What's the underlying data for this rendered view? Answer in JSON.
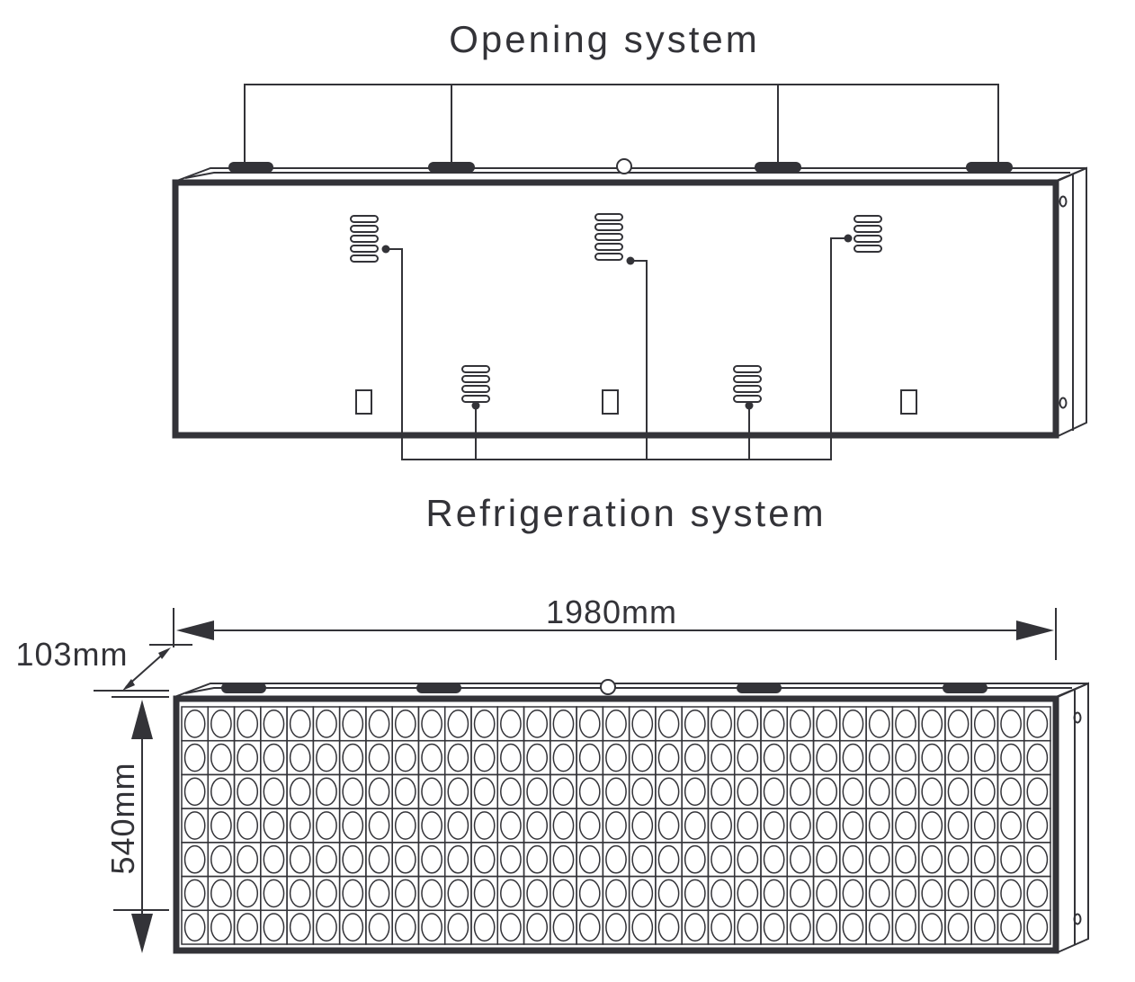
{
  "labels": {
    "opening_system": "Opening system",
    "refrigeration_system": "Refrigeration system",
    "width_dim": "1980mm",
    "depth_dim": "103mm",
    "height_dim": "540mm"
  },
  "colors": {
    "line": "#333338",
    "background": "#ffffff"
  },
  "grid": {
    "rows": 7,
    "cols": 33
  }
}
